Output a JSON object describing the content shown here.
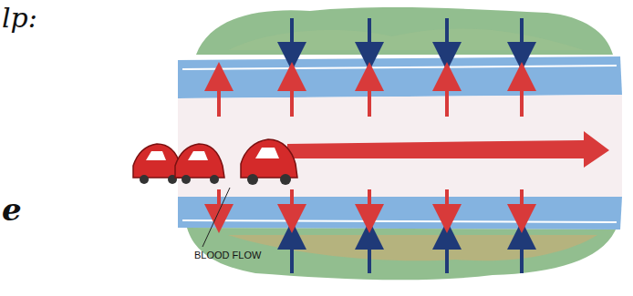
{
  "diagram": {
    "labels": [
      "lp:",
      "e",
      "BLOOD FLOW"
    ]
  }
}
